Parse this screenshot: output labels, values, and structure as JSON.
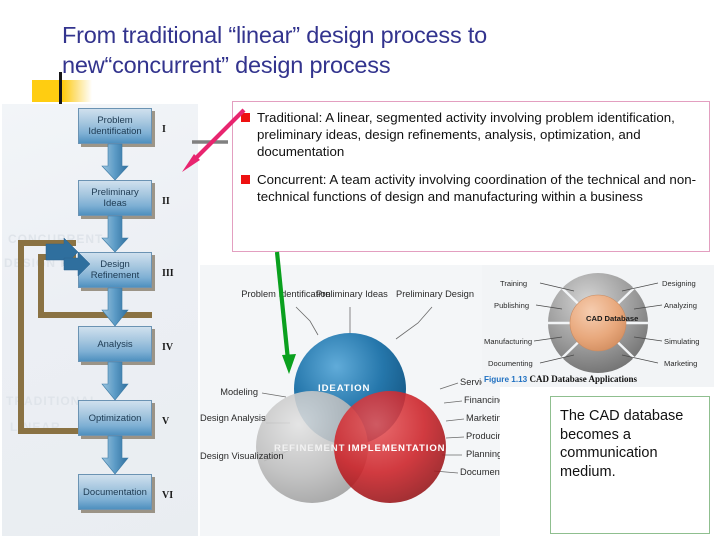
{
  "slide": {
    "title_line1": "From traditional “linear” design process to",
    "title_line2": "new“concurrent” design process",
    "title_color": "#33348e",
    "accent_color": "#ffcd11"
  },
  "bullets": {
    "border_color": "#e39fc0",
    "marker_color": "#ee1111",
    "items": [
      "Traditional: A linear, segmented activity involving problem identification, preliminary ideas, design refinements, analysis, optimization, and documentation",
      "Concurrent: A team activity involving coordination of the technical and non-technical functions of design and manufacturing within a business"
    ]
  },
  "flowchart": {
    "steps": [
      {
        "label": "Problem Identification",
        "numeral": "I"
      },
      {
        "label": "Preliminary Ideas",
        "numeral": "II"
      },
      {
        "label": "Design Refinement",
        "numeral": "III"
      },
      {
        "label": "Analysis",
        "numeral": "IV"
      },
      {
        "label": "Optimization",
        "numeral": "V"
      },
      {
        "label": "Documentation",
        "numeral": "VI"
      }
    ],
    "box_color": "#7fb0d4",
    "feedback_color": "#8a7243"
  },
  "venn": {
    "circles": [
      {
        "name": "IDEATION",
        "color": "#1b74ab"
      },
      {
        "name": "REFINEMENT",
        "color": "#bdbdbd"
      },
      {
        "name": "IMPLEMENTATION",
        "color": "#cc2127"
      }
    ],
    "top_labels": [
      "Problem Identification",
      "Preliminary Ideas",
      "Preliminary Design"
    ],
    "left_labels": [
      "Modeling",
      "Design Analysis",
      "Design Visualization"
    ],
    "right_labels": [
      "Servicing",
      "Financing",
      "Marketing",
      "Producing",
      "Planning",
      "Documenting"
    ]
  },
  "cad_figure": {
    "center_label": "CAD Database",
    "left_labels": [
      "Training",
      "Publishing",
      "Manufacturing",
      "Documenting"
    ],
    "right_labels": [
      "Designing",
      "Analyzing",
      "Simulating",
      "Marketing"
    ],
    "caption_number": "Figure 1.13",
    "caption_text": "CAD Database Applications",
    "center_color": "#e8a87c",
    "ring_color": "#9a9a9a"
  },
  "note": {
    "text": "The CAD database becomes a communication medium.",
    "border_color": "#8fbf8f"
  },
  "arrows": {
    "pink": {
      "color": "#e8256f",
      "name": "pink-arrow-to-flowchart"
    },
    "green": {
      "color": "#0aa01e",
      "name": "green-arrow-to-venn"
    },
    "grey_connector": {
      "color": "#808080"
    }
  },
  "ghost_text": [
    "CONCURRENT",
    "DESIGN PROCESS",
    "TRADITIONAL",
    "LINEAR"
  ]
}
